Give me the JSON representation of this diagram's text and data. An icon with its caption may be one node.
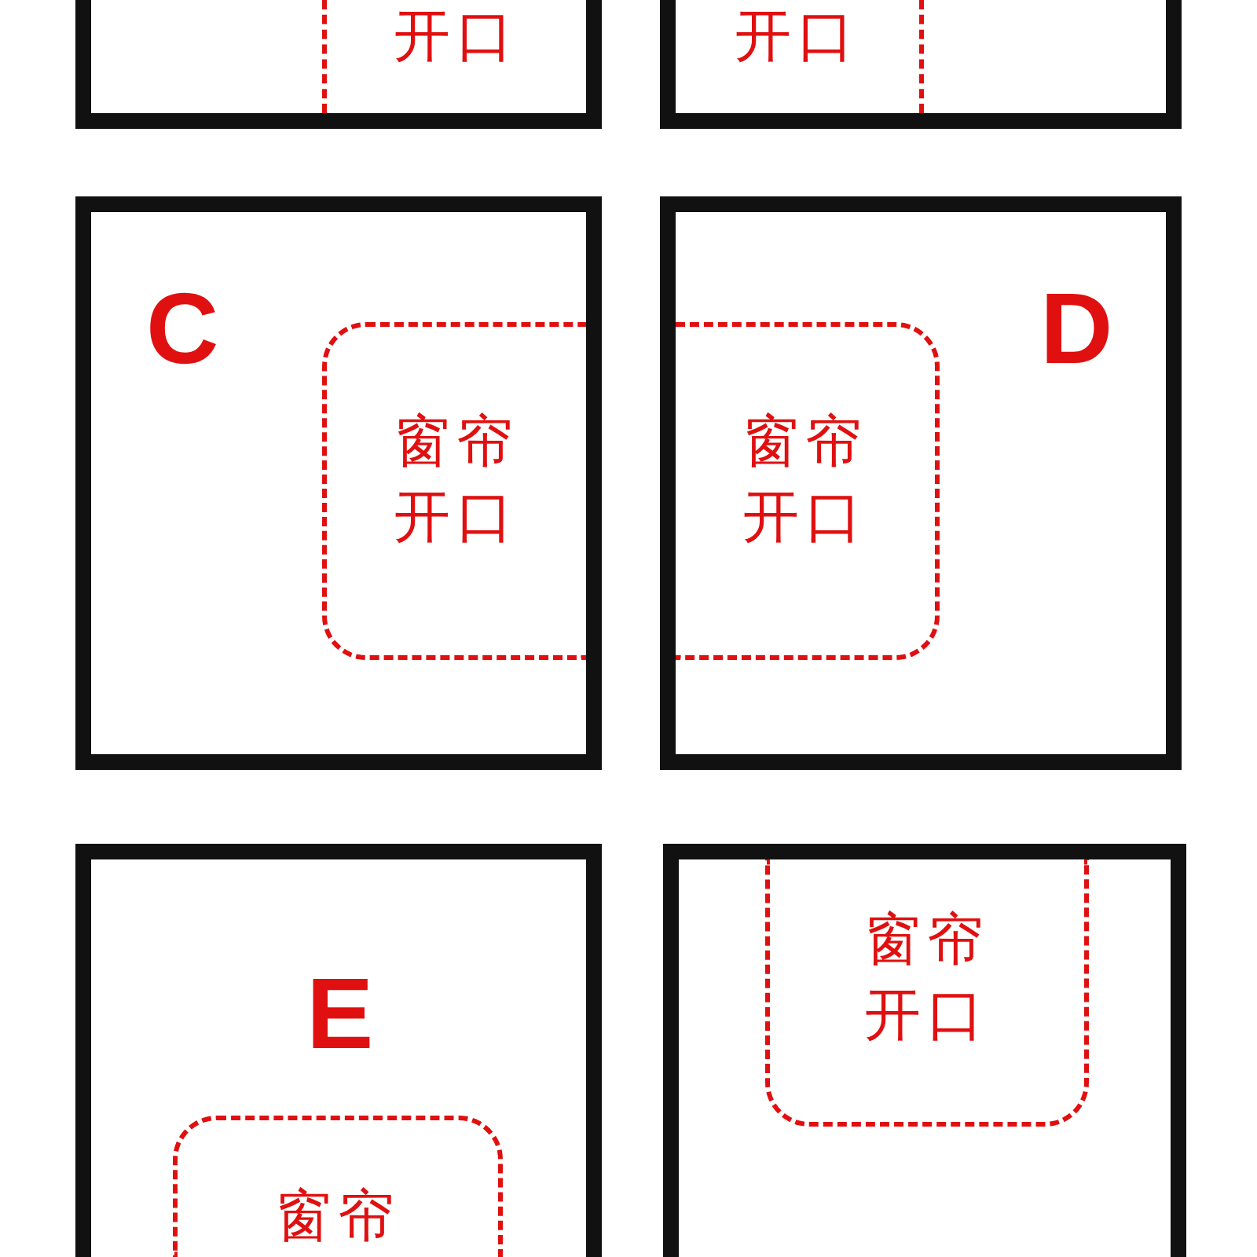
{
  "diagram": {
    "nodes": [
      {
        "text": [],
        "shape": "box"
      },
      {
        "text": [
          "开口"
        ],
        "in": 0
      },
      {
        "text": [],
        "shape": "box"
      },
      {
        "text": [
          "开口"
        ],
        "in": 2
      },
      {
        "text": [
          "C"
        ]
      },
      {
        "text": [
          "窗帘开口"
        ],
        "in": 4
      },
      {
        "text": [
          "D"
        ]
      },
      {
        "text": [
          "窗帘开口"
        ],
        "in": 6
      },
      {
        "text": [
          "E"
        ]
      },
      {
        "text": [
          "窗帘"
        ],
        "in": 8
      },
      {
        "text": [],
        "shape": "box"
      },
      {
        "text": [
          "窗帘开口"
        ],
        "in": 10
      }
    ]
  }
}
